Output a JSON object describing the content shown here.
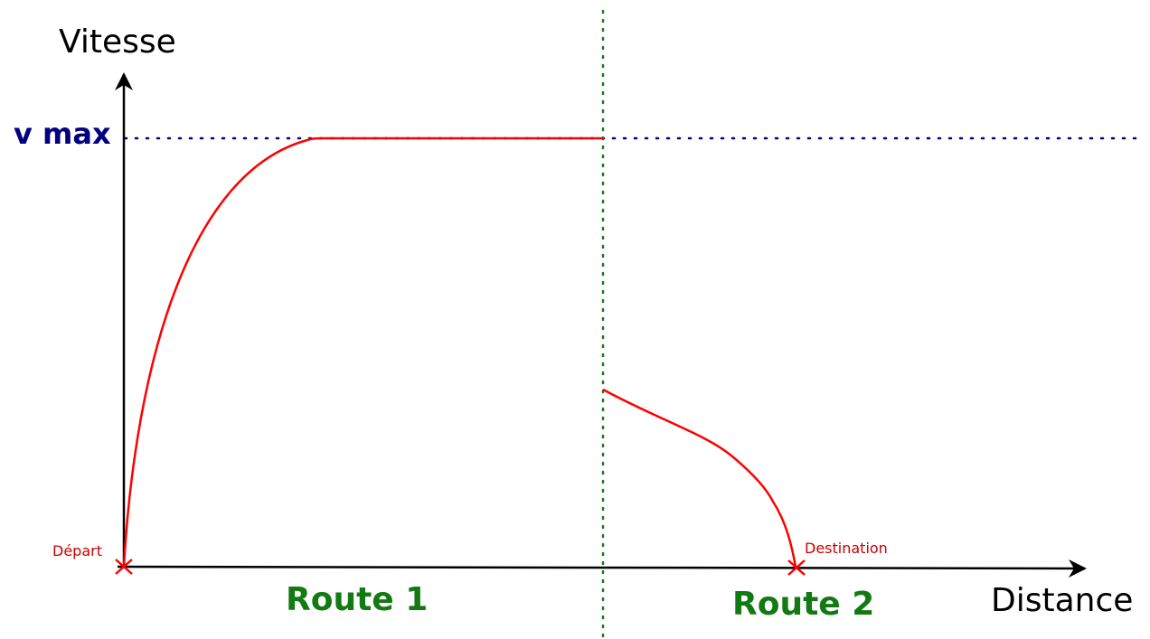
{
  "diagram": {
    "y_axis_label": "Vitesse",
    "x_axis_label": "Distance",
    "vmax_label": "v max",
    "start_label": "Départ",
    "destination_label": "Destination",
    "route1_label": "Route 1",
    "route2_label": "Route 2"
  },
  "colors": {
    "axis": "#000000",
    "curve": "#ff0000",
    "point_label": "#cc0000",
    "vmax": "#000080",
    "route": "#137a13",
    "separator": "#1a7a1a"
  }
}
